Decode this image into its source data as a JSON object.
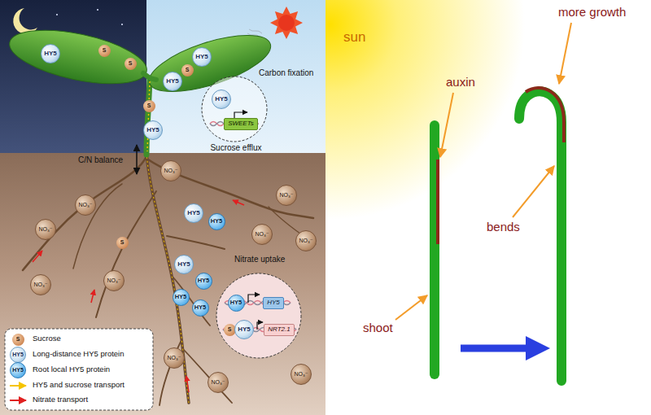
{
  "diagram": {
    "nodes": [
      {
        "text": [
          "HY5"
        ]
      },
      {
        "text": [
          "S"
        ]
      },
      {
        "text": [
          "S"
        ]
      },
      {
        "text": [
          "HY5"
        ]
      },
      {
        "text": [
          "S"
        ]
      },
      {
        "text": [
          "HY5"
        ]
      },
      {
        "text": [
          "HY5"
        ]
      },
      {
        "text": [
          "SWEETs"
        ]
      },
      {
        "text": [
          "S"
        ]
      },
      {
        "text": [
          "HY5"
        ]
      },
      {
        "text": [
          "NO₃⁻"
        ]
      },
      {
        "text": [
          "NO₃⁻"
        ]
      },
      {
        "text": [
          "NO₃⁻"
        ]
      },
      {
        "text": [
          "HY5"
        ]
      },
      {
        "text": [
          "HY5"
        ]
      },
      {
        "text": [
          "NO₃⁻"
        ]
      },
      {
        "text": [
          "NO₃⁻"
        ]
      },
      {
        "text": [
          "NO₃⁻"
        ]
      },
      {
        "text": [
          "S"
        ]
      },
      {
        "text": [
          "HY5"
        ]
      },
      {
        "text": [
          "HY5"
        ]
      },
      {
        "text": [
          "NO₃⁻"
        ]
      },
      {
        "text": [
          "NO₃⁻"
        ]
      },
      {
        "text": [
          "HY5"
        ]
      },
      {
        "text": [
          "HY5"
        ]
      },
      {
        "text": [
          "HY5"
        ]
      },
      {
        "text": [
          "HY5"
        ]
      },
      {
        "text": [
          "S"
        ]
      },
      {
        "text": [
          "HY5"
        ]
      },
      {
        "text": [
          "NRT2.1"
        ]
      },
      {
        "text": [
          "NO₃⁻"
        ]
      },
      {
        "text": [
          "NO₃⁻"
        ]
      },
      {
        "text": [
          "NO₃⁻"
        ]
      }
    ],
    "labels": [
      "Carbon fixation",
      "Sucrose efflux",
      "C/N balance",
      "Nitrate uptake",
      "S",
      "HY5",
      "HY5",
      "sun",
      "auxin",
      "more growth",
      "bends",
      "shoot"
    ],
    "legend": [
      {
        "text": "Sucrose"
      },
      {
        "text": "Long-distance HY5 protein"
      },
      {
        "text": "Root local HY5 protein"
      },
      {
        "text": "HY5 and sucrose transport"
      },
      {
        "text": "Nitrate transport"
      }
    ]
  }
}
